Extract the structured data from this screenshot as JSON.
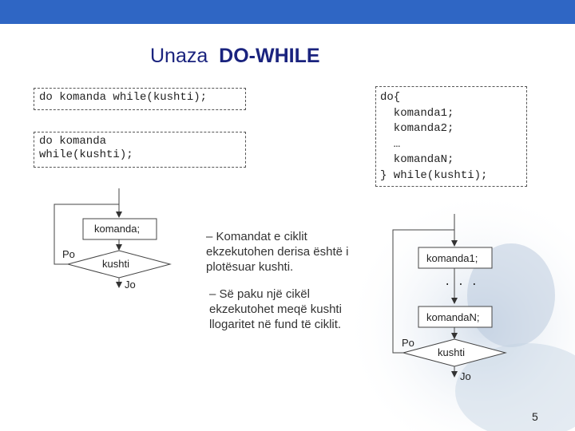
{
  "title": {
    "prefix": "Unaza",
    "emph": "DO-WHILE"
  },
  "syntax": {
    "form1": "do komanda while(kushti);",
    "form2": "do komanda\nwhile(kushti);",
    "form3": "do{\n  komanda1;\n  komanda2;\n  …\n  komandaN;\n} while(kushti);"
  },
  "flow_left": {
    "statement": "komanda;",
    "condition": "kushti",
    "yes": "Po",
    "no": "Jo"
  },
  "flow_right": {
    "statement1": "komanda1;",
    "dots": ". . .",
    "statementN": "komandaN;",
    "condition": "kushti",
    "yes": "Po",
    "no": "Jo"
  },
  "descriptions": [
    "– Komandat e ciklit ekzekutohen derisa është i plotësuar kushti.",
    "– Së paku një cikël ekzekutohet meqë kushti llogaritet në fund të ciklit."
  ],
  "page_number": "5",
  "colors": {
    "header_bar": "#2f66c4",
    "title": "#1a237e"
  }
}
